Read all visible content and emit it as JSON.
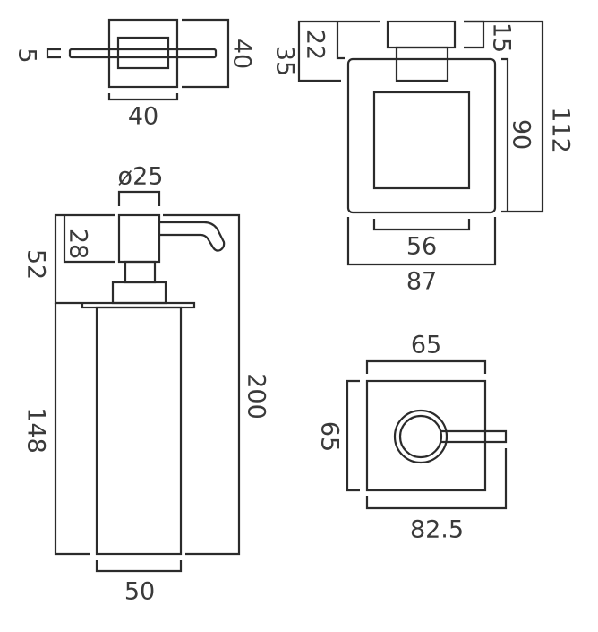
{
  "tumbler_holder": {
    "bar_thickness": "5",
    "depth": "40",
    "width": "40"
  },
  "towel_ring": {
    "backplate_height": "22",
    "backplate_depth": "35",
    "backplate_thickness": "15",
    "total_height": "112",
    "ring_height": "90",
    "inner_width": "56",
    "ring_width": "87"
  },
  "soap_dispenser": {
    "head_diameter": "ø25",
    "head_height": "28",
    "pump_height": "52",
    "body_height": "148",
    "total_height": "200",
    "body_diameter": "50"
  },
  "wall_plate": {
    "width": "65",
    "height": "65",
    "projection": "82.5"
  }
}
